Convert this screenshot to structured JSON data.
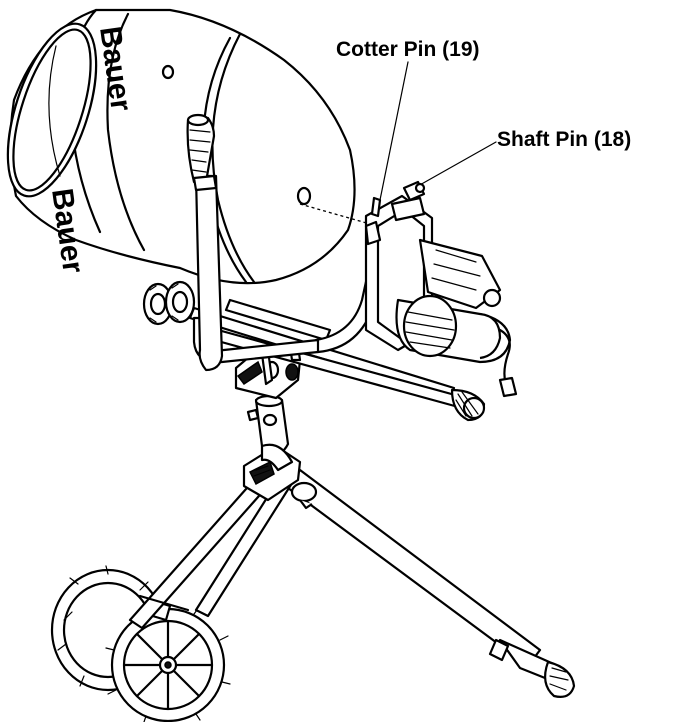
{
  "callouts": {
    "cotter_pin": "Cotter Pin (19)",
    "shaft_pin": "Shaft Pin (18)"
  },
  "drum_brand": {
    "top": "Bauer",
    "side": "Bauer"
  }
}
